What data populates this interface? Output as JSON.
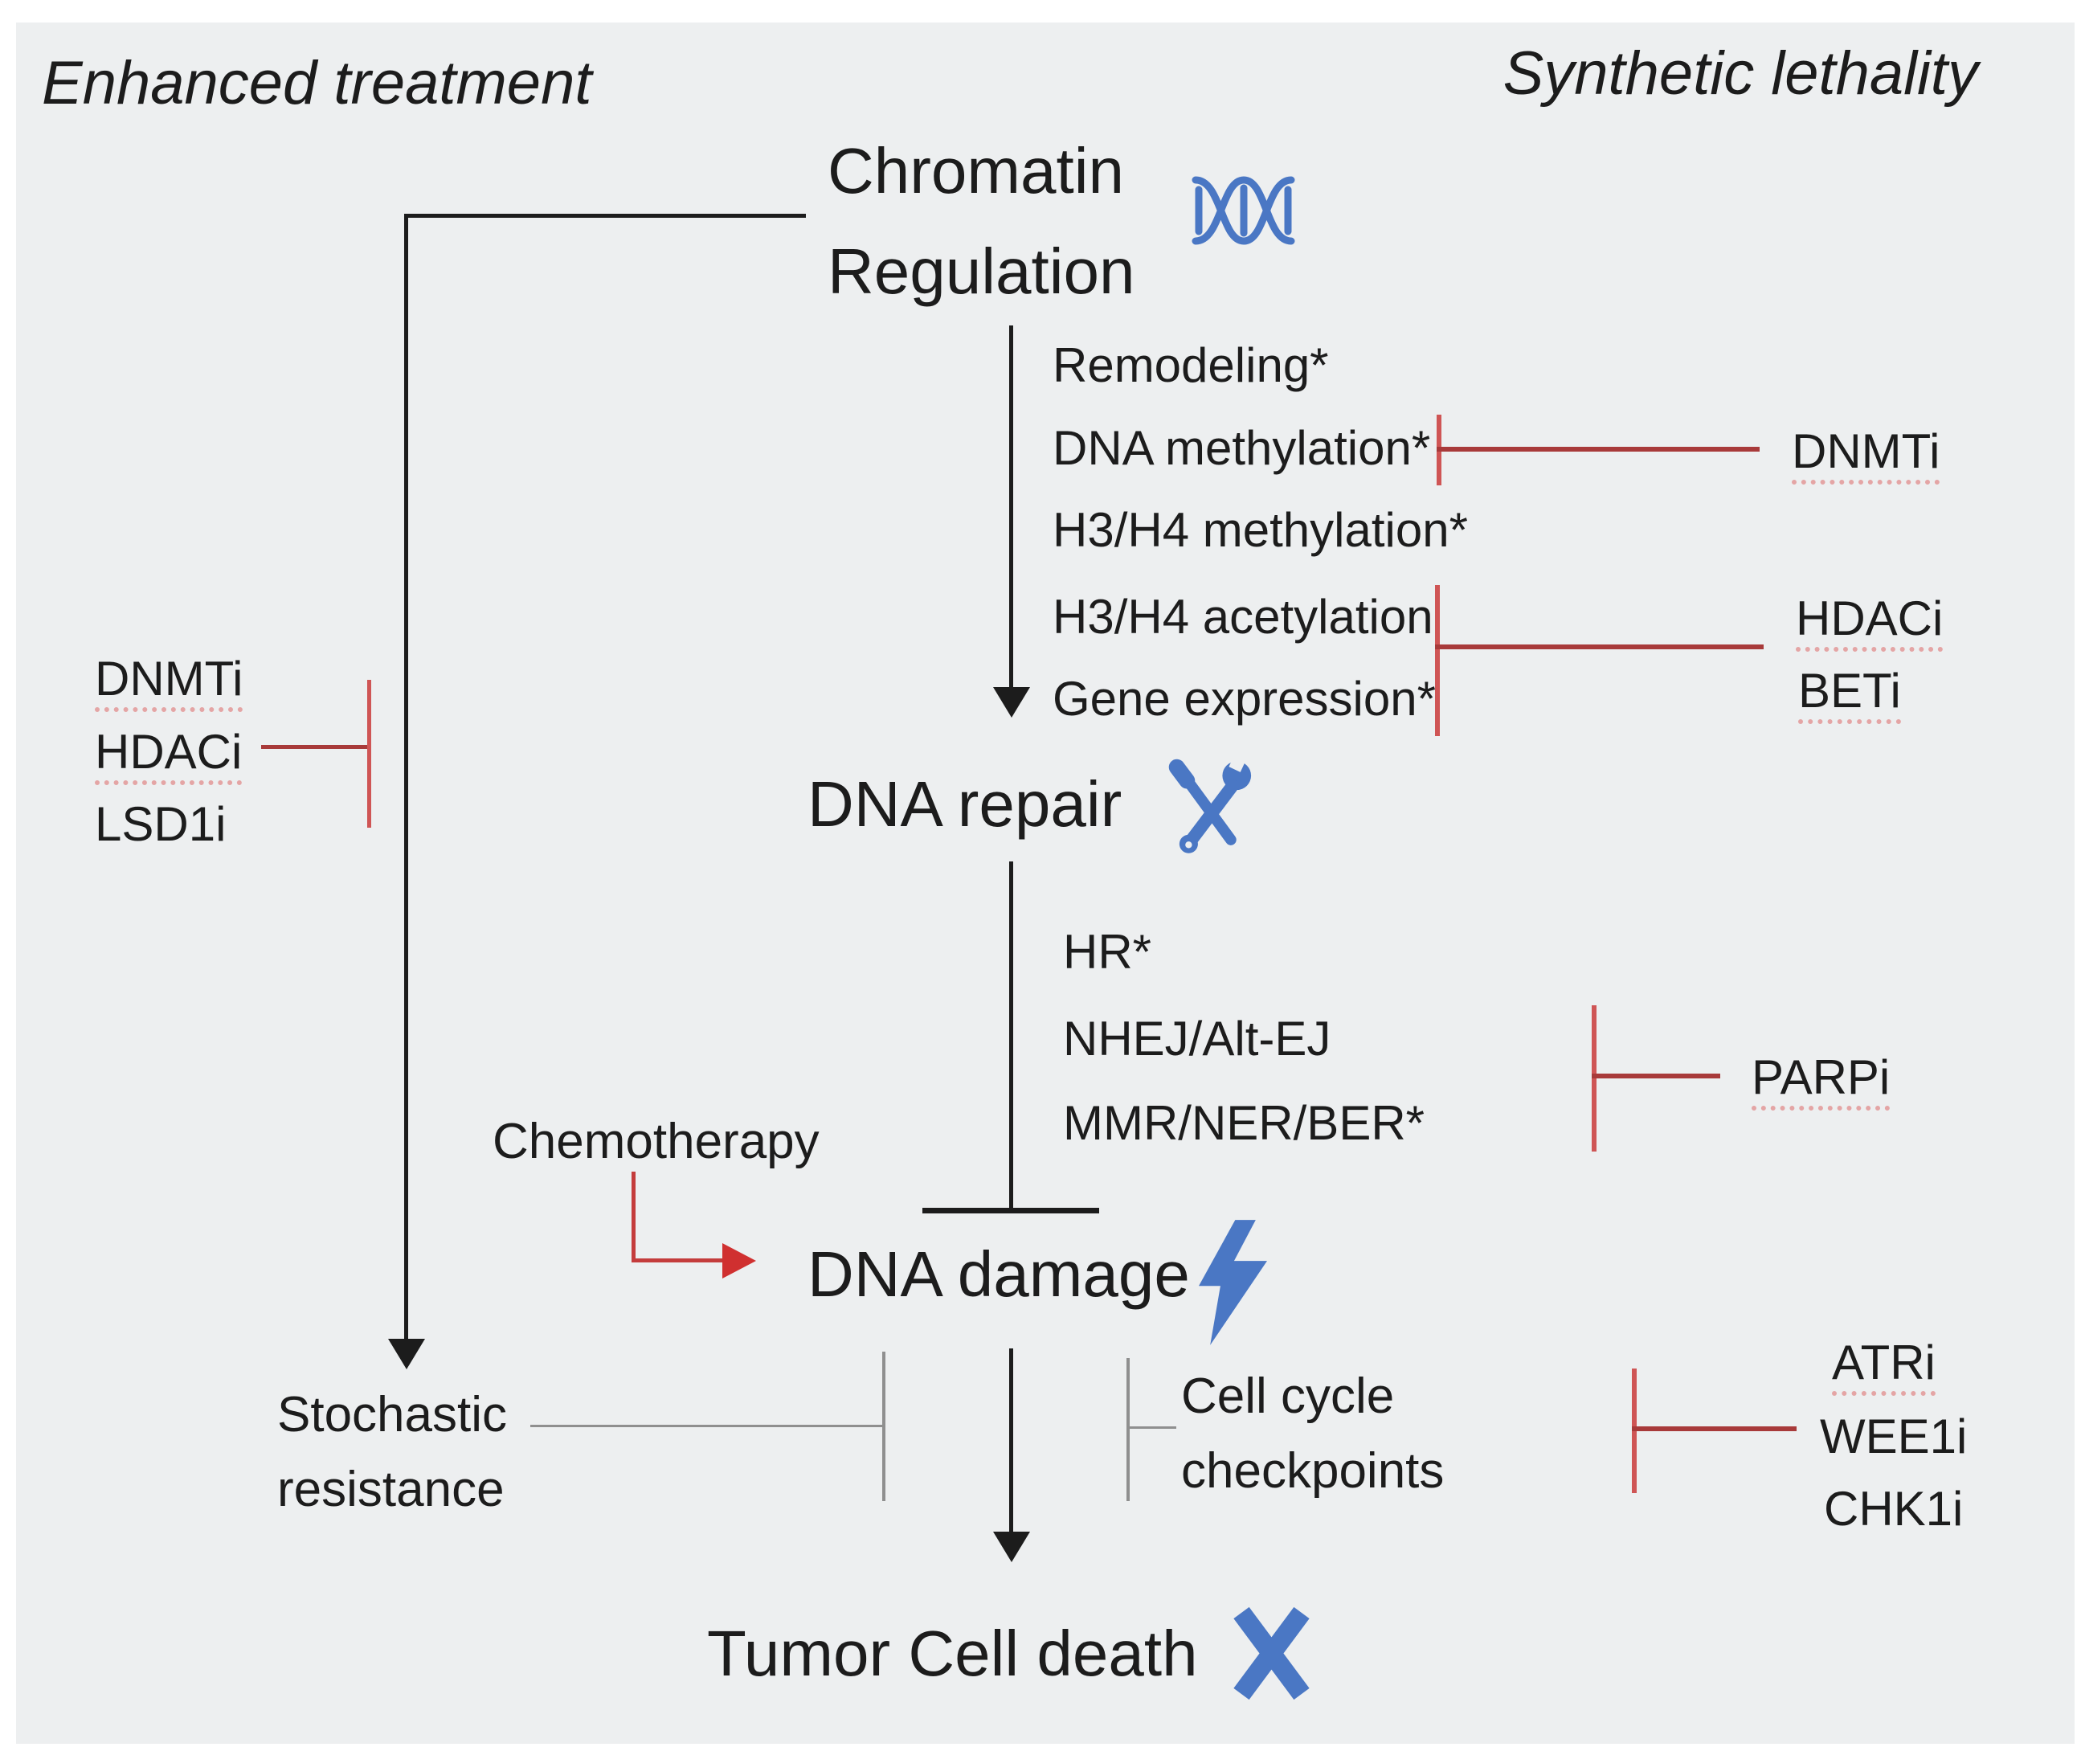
{
  "title_left": "Enhanced treatment",
  "title_right": "Synthetic lethality",
  "chromatin": {
    "l1": "Chromatin",
    "l2": "Regulation"
  },
  "chromatin_processes": [
    "Remodeling*",
    "DNA methylation*",
    "H3/H4 methylation*",
    "H3/H4 acetylation",
    "Gene expression*"
  ],
  "dna_repair": "DNA repair",
  "repair_pathways": [
    "HR*",
    "NHEJ/Alt-EJ",
    "MMR/NER/BER*"
  ],
  "dna_damage": "DNA damage",
  "chemotherapy": "Chemotherapy",
  "stochastic": {
    "l1": "Stochastic",
    "l2": "resistance"
  },
  "checkpoints": {
    "l1": "Cell cycle",
    "l2": "checkpoints"
  },
  "tumor_death": "Tumor Cell death",
  "inhibitors_left": [
    "DNMTi",
    "HDACi",
    "LSD1i"
  ],
  "inhibitor_dnmt": "DNMTi",
  "inhibitor_hdac": "HDACi",
  "inhibitor_bet": "BETi",
  "inhibitor_parp": "PARPi",
  "inhibitors_checkpoint": [
    "ATRi",
    "WEE1i",
    "CHK1i"
  ],
  "icons": {
    "chromatin": "dna-helix-icon",
    "repair": "tools-icon",
    "damage": "lightning-icon",
    "death": "x-mark-icon"
  },
  "colors": {
    "background": "#edeff0",
    "text": "#1c1c1c",
    "accent_blue": "#4a77c4",
    "inhibit_red": "#c04040",
    "inhibit_red_light": "#cf5555",
    "neutral_gray": "#8f8f8f"
  }
}
